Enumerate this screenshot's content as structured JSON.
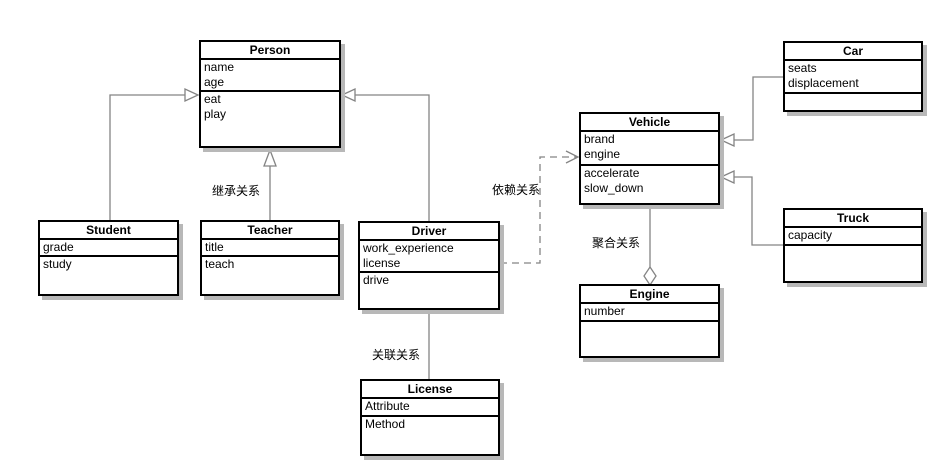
{
  "diagram": {
    "type": "uml-class-diagram",
    "classes": {
      "person": {
        "title": "Person",
        "attributes": [
          "name",
          "age"
        ],
        "methods": [
          "eat",
          "play"
        ]
      },
      "student": {
        "title": "Student",
        "attributes": [
          "grade"
        ],
        "methods": [
          "study"
        ]
      },
      "teacher": {
        "title": "Teacher",
        "attributes": [
          "title"
        ],
        "methods": [
          "teach"
        ]
      },
      "driver": {
        "title": "Driver",
        "attributes": [
          "work_experience",
          "license"
        ],
        "methods": [
          "drive"
        ]
      },
      "license": {
        "title": "License",
        "attributes": [
          "Attribute"
        ],
        "methods": [
          "Method"
        ]
      },
      "vehicle": {
        "title": "Vehicle",
        "attributes": [
          "brand",
          "engine"
        ],
        "methods": [
          "accelerate",
          "slow_down"
        ]
      },
      "engine": {
        "title": "Engine",
        "attributes": [
          "number"
        ],
        "methods": []
      },
      "car": {
        "title": "Car",
        "attributes": [
          "seats",
          "displacement"
        ],
        "methods": []
      },
      "truck": {
        "title": "Truck",
        "attributes": [
          "capacity"
        ],
        "methods": []
      }
    },
    "labels": {
      "inheritance": "继承关系",
      "dependency": "依赖关系",
      "association": "关联关系",
      "aggregation": "聚合关系"
    },
    "relationships": [
      {
        "from": "Student",
        "to": "Person",
        "type": "inheritance"
      },
      {
        "from": "Teacher",
        "to": "Person",
        "type": "inheritance",
        "label": "继承关系"
      },
      {
        "from": "Driver",
        "to": "Person",
        "type": "inheritance"
      },
      {
        "from": "Driver",
        "to": "Vehicle",
        "type": "dependency",
        "label": "依赖关系"
      },
      {
        "from": "Driver",
        "to": "License",
        "type": "association",
        "label": "关联关系"
      },
      {
        "from": "Vehicle",
        "to": "Engine",
        "type": "aggregation",
        "label": "聚合关系"
      },
      {
        "from": "Car",
        "to": "Vehicle",
        "type": "inheritance"
      },
      {
        "from": "Truck",
        "to": "Vehicle",
        "type": "inheritance"
      }
    ],
    "colors": {
      "border": "#000000",
      "connector": "#848484",
      "shadow": "#b8b8b8",
      "background": "#ffffff",
      "text": "#000000"
    }
  }
}
